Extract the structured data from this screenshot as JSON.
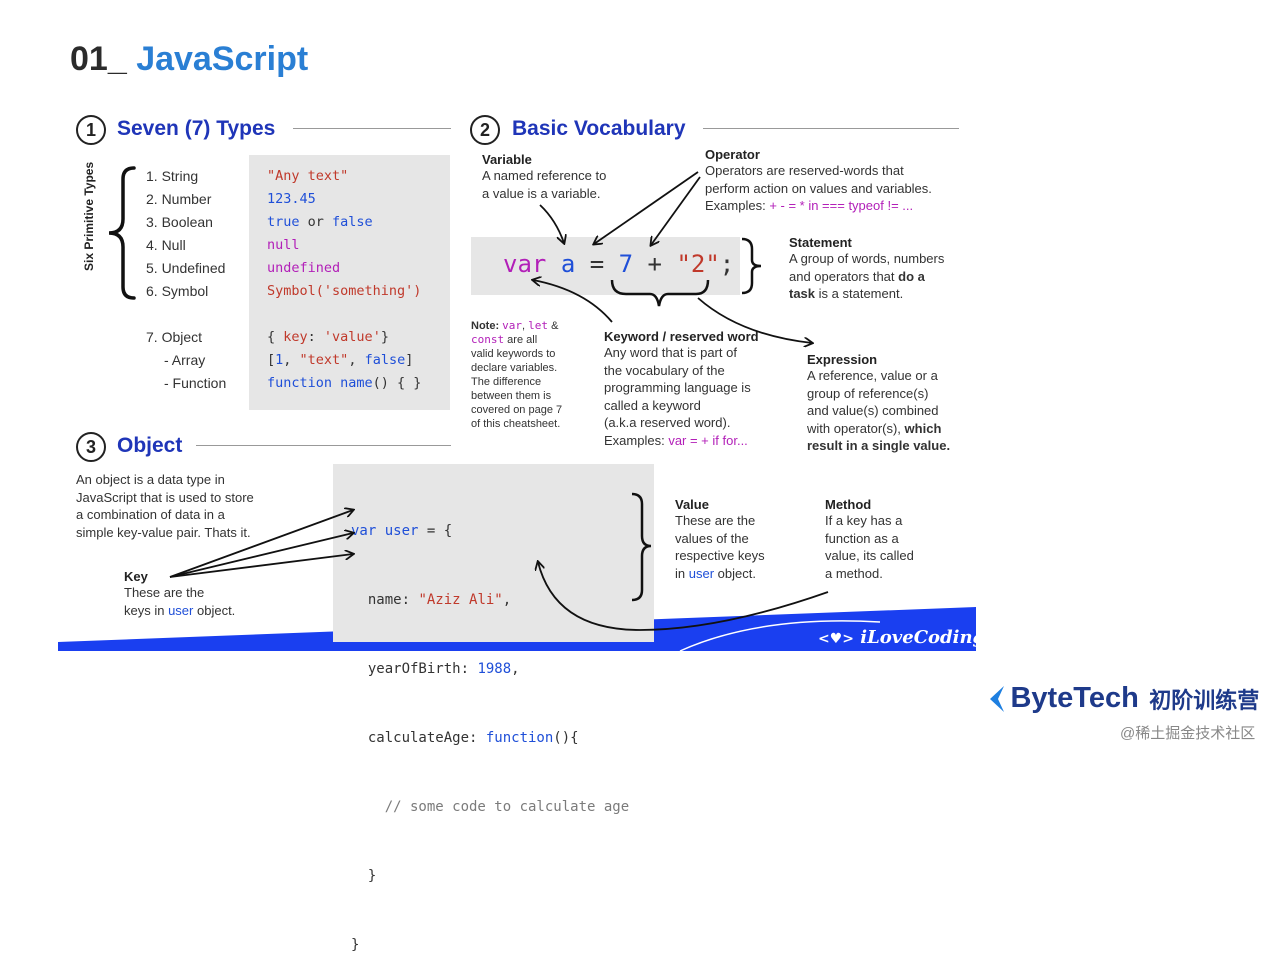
{
  "title": {
    "num": "01_",
    "name": "JavaScript"
  },
  "sec1": {
    "num": "1",
    "title": "Seven (7) Types",
    "side_label": "Six Primitive Types",
    "types": [
      "1.  String",
      "2.  Number",
      "3.  Boolean",
      "4.  Null",
      "5.  Undefined",
      "6.  Symbol"
    ],
    "examples": {
      "string": "\"Any text\"",
      "number": "123.45",
      "bool_true": "true",
      "bool_or": " or ",
      "bool_false": "false",
      "null": "null",
      "undefined": "undefined",
      "symbol": "Symbol('something')"
    },
    "object_label": "7.  Object",
    "array_label": "- Array",
    "function_label": "- Function",
    "obj_ex": {
      "open": "{ ",
      "key": "key",
      "colon": ": ",
      "val": "'value'",
      "close": "}"
    },
    "arr_ex": {
      "open": "[",
      "n1": "1",
      "c1": ", ",
      "s": "\"text\"",
      "c2": ", ",
      "f": "false",
      "close": "]"
    },
    "fn_ex": {
      "kw": "function",
      "name": " name",
      "rest": "() { }"
    }
  },
  "sec2": {
    "num": "2",
    "title": "Basic Vocabulary",
    "variable": {
      "label": "Variable",
      "desc": [
        "A named reference to",
        "a value is a variable."
      ]
    },
    "operator": {
      "label": "Operator",
      "desc": [
        "Operators are reserved-words that",
        "perform action on values and variables."
      ],
      "examples_label": "Examples: ",
      "examples": "+ - = * in === typeof != ..."
    },
    "code": {
      "var": "var",
      "a": "a",
      "eq": "=",
      "seven": "7",
      "plus": "+",
      "two": "\"2\"",
      "semi": ";"
    },
    "statement": {
      "label": "Statement",
      "line1": "A group of words, numbers",
      "line2a": "and operators that ",
      "line2b": "do a",
      "line3a": "task",
      "line3b": " is a statement."
    },
    "note": {
      "a": "Note: ",
      "b": "var",
      "c": ", ",
      "d": "let",
      "e": " &",
      "f": "const",
      "g": " are all",
      "rest": [
        "valid keywords to",
        "declare variables.",
        "The difference",
        "between them is",
        "covered on page 7",
        "of this cheatsheet."
      ]
    },
    "keyword": {
      "label": "Keyword / reserved word",
      "desc": [
        "Any word that is part of",
        "the vocabulary of the",
        "programming language is",
        "called a keyword",
        "(a.k.a reserved word)."
      ],
      "examples_label": "Examples: ",
      "examples": "var = + if for..."
    },
    "expression": {
      "label": "Expression",
      "desc": [
        "A reference, value or a",
        "group of reference(s)",
        "and value(s) combined"
      ],
      "line4a": "with operator(s), ",
      "line4b": "which",
      "line5": "result in a single value."
    }
  },
  "sec3": {
    "num": "3",
    "title": "Object",
    "desc": [
      "An object is a data type in",
      "JavaScript that is used to store",
      "a combination of data in a",
      "simple key-value pair. Thats it."
    ],
    "key": {
      "label": "Key",
      "line1": "These are the",
      "line2a": "keys in ",
      "line2b": "user",
      "line2c": " object."
    },
    "code": {
      "l1a": "var",
      "l1b": " user",
      "l1c": " = {",
      "l2a": "  name: ",
      "l2b": "\"Aziz Ali\"",
      "l2c": ",",
      "l3a": "  yearOfBirth: ",
      "l3b": "1988",
      "l3c": ",",
      "l4a": "  calculateAge: ",
      "l4b": "function",
      "l4c": "(){",
      "l5": "    // some code to calculate age",
      "l6": "  }",
      "l7": "}"
    },
    "value": {
      "label": "Value",
      "line1": "These are the",
      "line2": "values of the",
      "line3": "respective keys",
      "line4a": "in ",
      "line4b": "user",
      "line4c": " object."
    },
    "method": {
      "label": "Method",
      "desc": [
        "If a key has a",
        "function as a",
        "value, its called",
        "a method."
      ]
    }
  },
  "brand": {
    "ilovecoding": "iLoveCoding",
    "bytetech": "ByteTech",
    "cn": "初阶训练营",
    "watermark": "@稀土掘金技术社区"
  },
  "colors": {
    "title_blue": "#2a7fd4",
    "section_blue": "#1f35b8",
    "banner_blue": "#1a3ff0",
    "bytetech_blue": "#1e7fe0"
  }
}
